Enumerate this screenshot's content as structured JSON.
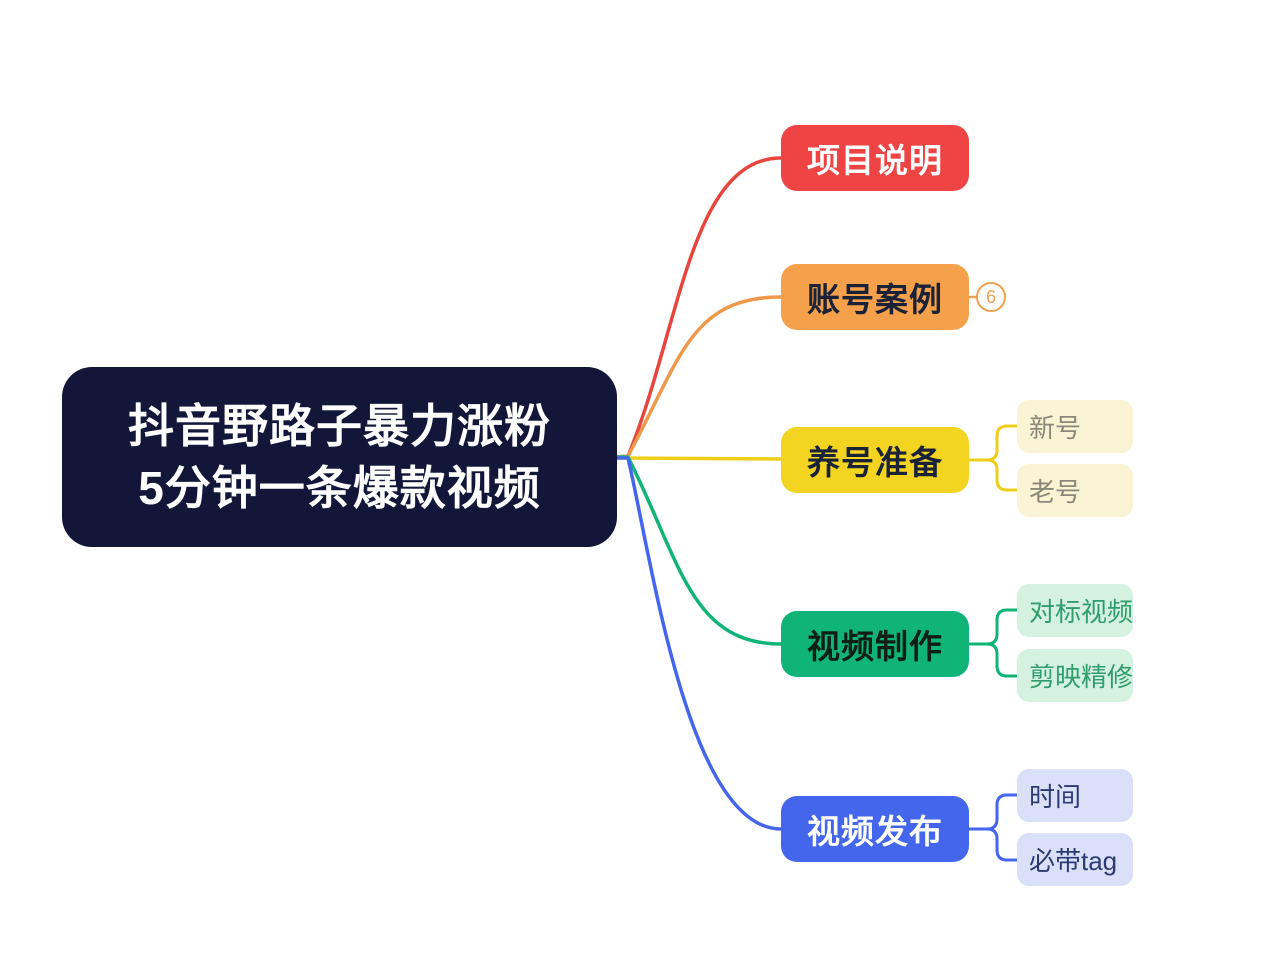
{
  "app": {
    "type": "mind-map",
    "background": "#ffffff"
  },
  "root": {
    "label_line1": "抖音野路子暴力涨粉",
    "label_line2": "5分钟一条爆款视频",
    "fill": "#121638",
    "text_color": "#ffffff"
  },
  "branches": [
    {
      "label": "项目说明",
      "fill": "#ee4444",
      "text_color": "#ffffff",
      "line_color": "#e8453c"
    },
    {
      "label": "账号案例",
      "fill": "#f5a04a",
      "text_color": "#1a2238",
      "line_color": "#f0984a",
      "badge": {
        "count": "6",
        "color": "#f0a150"
      }
    },
    {
      "label": "养号准备",
      "fill": "#f3d420",
      "text_color": "#1a2238",
      "line_color": "#eecd1b",
      "child_fill": "#faf3d4",
      "child_text_color": "#8a8878",
      "children": [
        {
          "label": "新号"
        },
        {
          "label": "老号"
        }
      ]
    },
    {
      "label": "视频制作",
      "fill": "#10b476",
      "text_color": "#0d1f16",
      "line_color": "#10b476",
      "child_fill": "#d5f1e0",
      "child_text_color": "#2f9e6b",
      "children": [
        {
          "label": "对标视频"
        },
        {
          "label": "剪映精修"
        }
      ]
    },
    {
      "label": "视频发布",
      "fill": "#4466ed",
      "text_color": "#ffffff",
      "line_color": "#4466ed",
      "child_fill": "#dbe0f9",
      "child_text_color": "#2b3a72",
      "children": [
        {
          "label": "时间"
        },
        {
          "label": "必带tag"
        }
      ]
    }
  ]
}
